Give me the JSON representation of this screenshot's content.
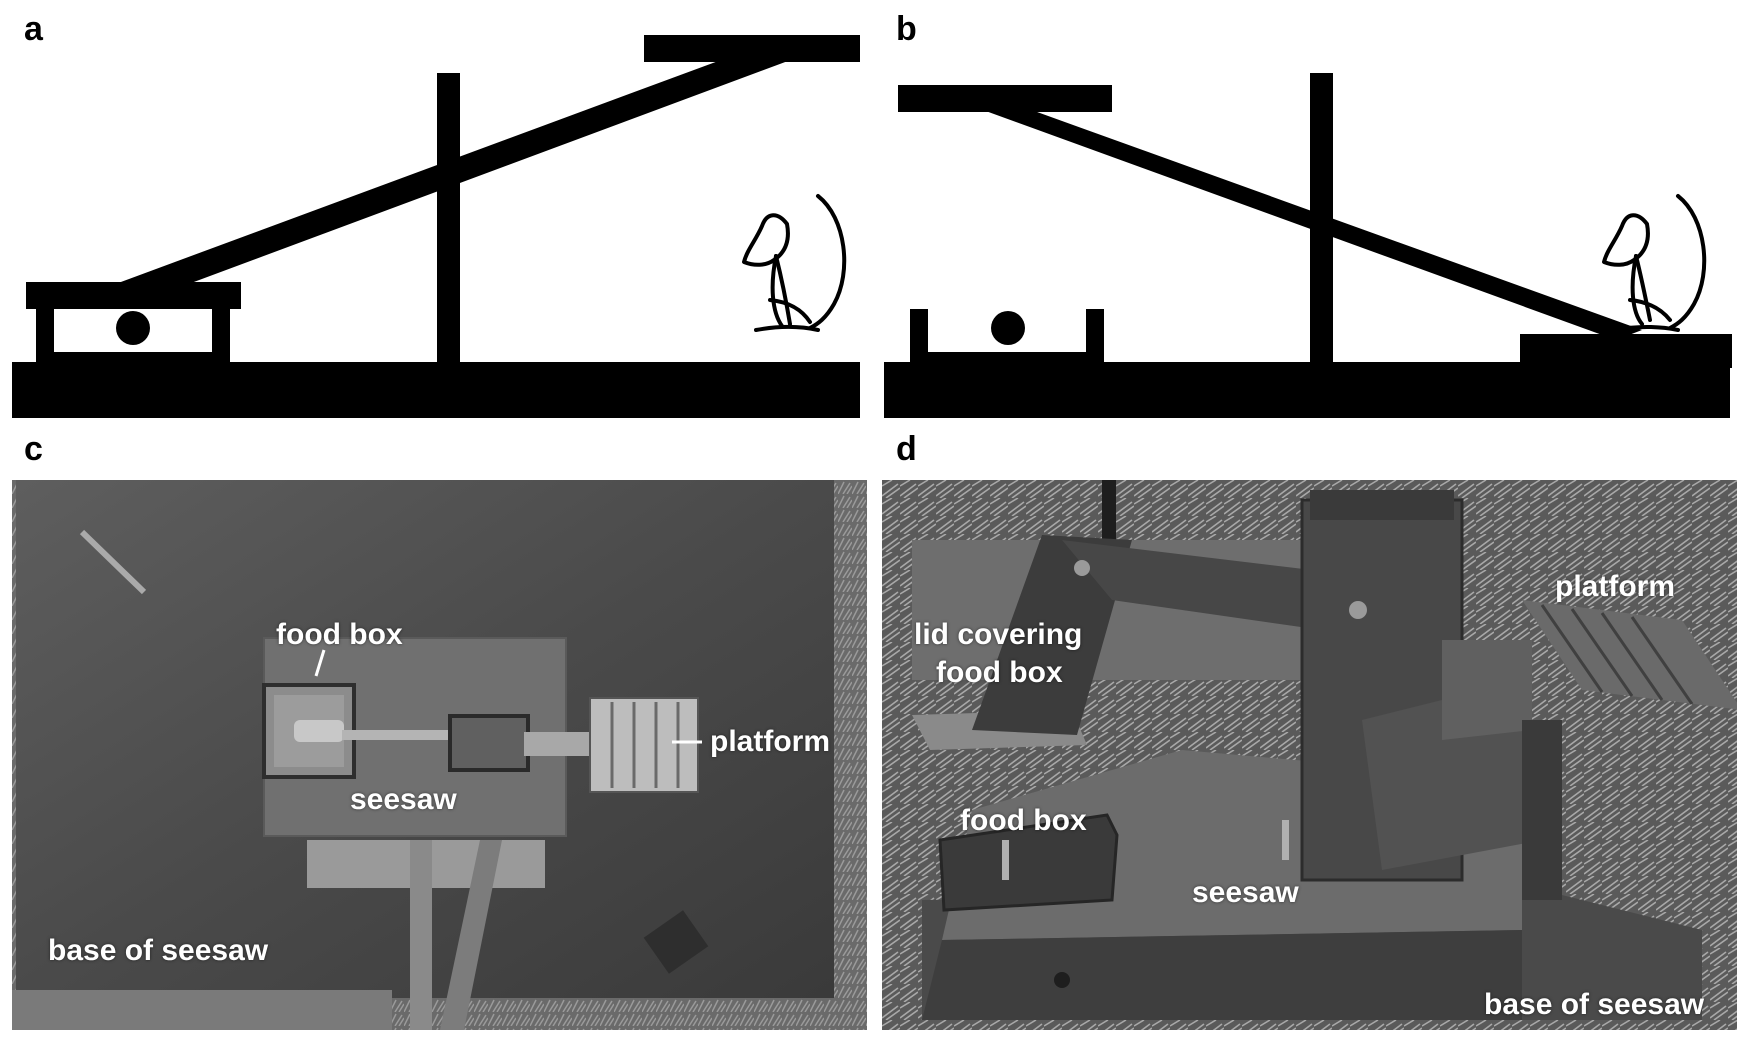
{
  "panels": {
    "a": {
      "letter": "a"
    },
    "b": {
      "letter": "b"
    },
    "c": {
      "letter": "c",
      "labels": {
        "food_box": "food box",
        "platform": "platform",
        "seesaw": "seesaw",
        "base": "base of seesaw"
      }
    },
    "d": {
      "letter": "d",
      "labels": {
        "lid_line1": "lid covering",
        "lid_line2": "food box",
        "food_box": "food box",
        "platform": "platform",
        "seesaw": "seesaw",
        "base": "base of seesaw"
      }
    }
  },
  "colors": {
    "ink": "#000000",
    "label": "#ffffff"
  },
  "icons": [
    "mouse-icon",
    "food-pellet-icon"
  ]
}
